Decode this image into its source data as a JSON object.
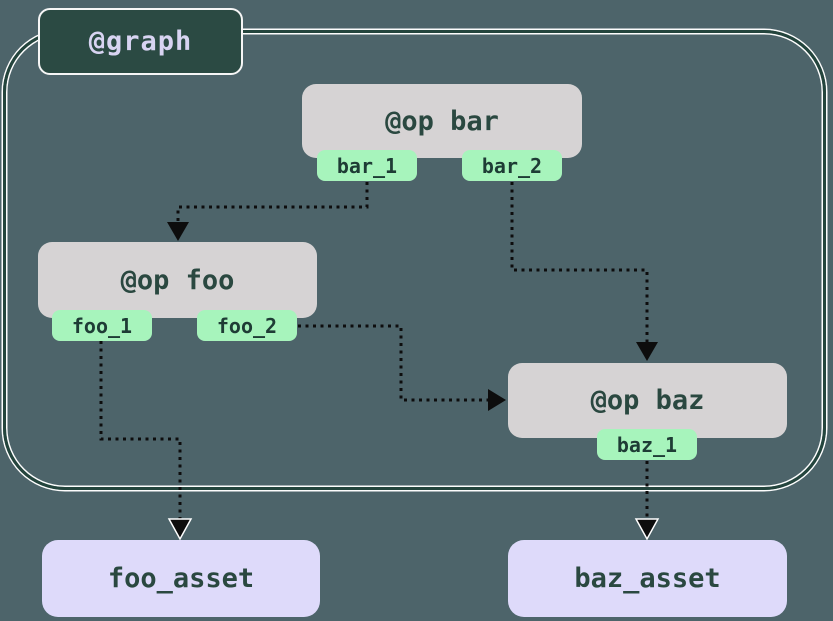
{
  "graph": {
    "label": "@graph"
  },
  "ops": [
    {
      "id": "bar",
      "label": "@op bar",
      "outputs": [
        "bar_1",
        "bar_2"
      ]
    },
    {
      "id": "foo",
      "label": "@op foo",
      "outputs": [
        "foo_1",
        "foo_2"
      ]
    },
    {
      "id": "baz",
      "label": "@op baz",
      "outputs": [
        "baz_1"
      ]
    }
  ],
  "assets": [
    {
      "id": "foo_asset",
      "label": "foo_asset"
    },
    {
      "id": "baz_asset",
      "label": "baz_asset"
    }
  ],
  "edges": [
    {
      "from": "bar_1",
      "to": "foo"
    },
    {
      "from": "bar_2",
      "to": "baz"
    },
    {
      "from": "foo_2",
      "to": "baz"
    },
    {
      "from": "foo_1",
      "to": "foo_asset"
    },
    {
      "from": "baz_1",
      "to": "baz_asset"
    }
  ],
  "colors": {
    "background": "#4d646a",
    "graph_border": "#24453d",
    "graph_label_bg": "#2b4a43",
    "graph_label_text": "#d8d4f2",
    "op_bg": "#d6d3d4",
    "op_text": "#2a4840",
    "output_bg": "#a7f4bc",
    "output_text": "#1e3c35",
    "asset_bg": "#dedafa",
    "asset_text": "#2a4840",
    "edge": "#0d0d0d"
  }
}
